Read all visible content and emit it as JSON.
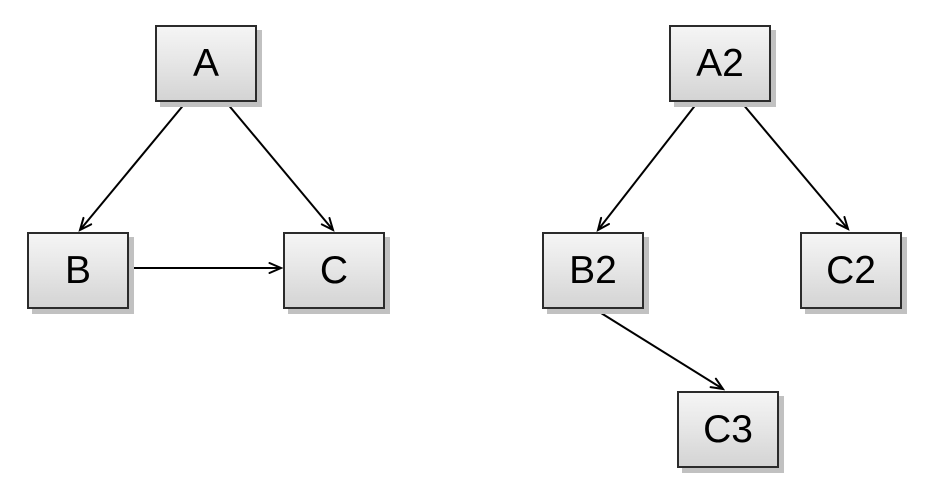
{
  "style": {
    "background": "#ffffff",
    "node_fill_top": "#f5f5f5",
    "node_fill_bottom": "#d4d4d4",
    "node_border": "#2b2b2b",
    "node_shadow": "#c1c1c1",
    "edge_color": "#000000",
    "label_color": "#000000"
  },
  "diagrams": {
    "left": {
      "nodes": [
        {
          "id": "A",
          "label": "A"
        },
        {
          "id": "B",
          "label": "B"
        },
        {
          "id": "C",
          "label": "C"
        }
      ],
      "edges": [
        {
          "from": "A",
          "to": "B"
        },
        {
          "from": "A",
          "to": "C"
        },
        {
          "from": "B",
          "to": "C"
        }
      ]
    },
    "right": {
      "nodes": [
        {
          "id": "A2",
          "label": "A2"
        },
        {
          "id": "B2",
          "label": "B2"
        },
        {
          "id": "C2",
          "label": "C2"
        },
        {
          "id": "C3",
          "label": "C3"
        }
      ],
      "edges": [
        {
          "from": "A2",
          "to": "B2"
        },
        {
          "from": "A2",
          "to": "C2"
        },
        {
          "from": "B2",
          "to": "C3"
        }
      ]
    }
  }
}
